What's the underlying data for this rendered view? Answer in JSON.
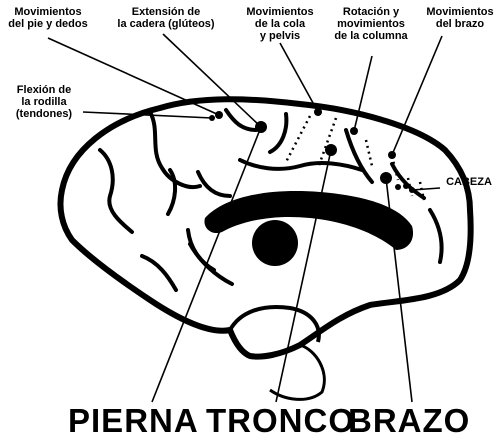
{
  "labels": {
    "pie": [
      "Movimientos",
      "del pie y dedos"
    ],
    "cadera": [
      "Extensión de",
      "la cadera (glúteos)"
    ],
    "cola": [
      "Movimientos",
      "de la cola",
      "y pelvis"
    ],
    "rotacion": [
      "Rotación y",
      "movimientos",
      "de la columna"
    ],
    "brazo": [
      "Movimientos",
      "del brazo"
    ],
    "rodilla": [
      "Flexión de",
      "la rodilla",
      "(tendones)"
    ],
    "cabeza": [
      "CABEZA"
    ]
  },
  "regions": {
    "pierna": "PIERNA",
    "tronco": "TRONCO",
    "brazo": "BRAZO"
  }
}
